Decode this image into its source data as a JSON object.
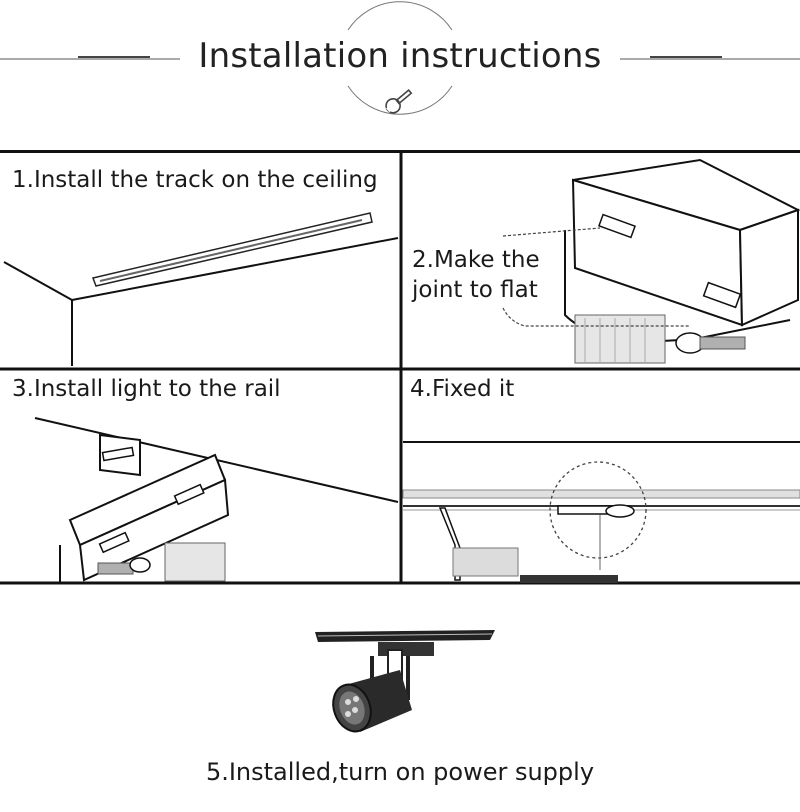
{
  "header": {
    "title": "Installation instructions",
    "icon": "wrench-icon"
  },
  "steps": {
    "s1": "1.Install the track on the ceiling",
    "s2_line1": "2.Make the",
    "s2_line2": "joint to flat",
    "s3": "3.Install light to the rail",
    "s4": "4.Fixed it",
    "s5": "5.Installed,turn on power supply"
  },
  "colors": {
    "line": "#111111",
    "grey": "#9a9a9a",
    "light": "#dcdcdc"
  }
}
